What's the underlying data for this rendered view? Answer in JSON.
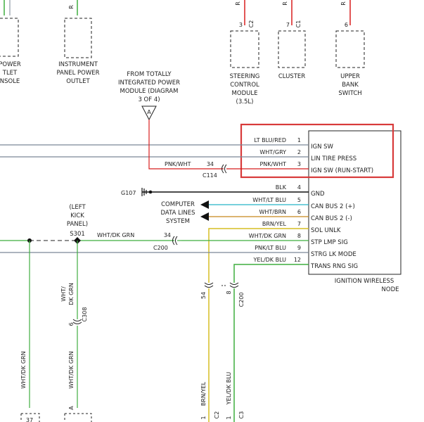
{
  "colors": {
    "red": "#d81e1e",
    "gray": "#7a8796",
    "cyan": "#26b3c8",
    "green": "#3fae3f",
    "orange": "#c8881a",
    "yellow": "#d6bd24",
    "black": "#111111",
    "highlight": "#d83a3a"
  },
  "top": {
    "power_outlet_console": [
      "POWER",
      "TLET",
      "NSOLE"
    ],
    "instrument_panel": [
      "INSTRUMENT",
      "PANEL POWER",
      "OUTLET"
    ],
    "top_pin_r": "R",
    "from_tipm": [
      "FROM TOTALLY",
      "INTEGRATED POWER",
      "MODULE (DIAGRAM",
      "3 OF 4)"
    ],
    "tipm_letter": "A",
    "steering": [
      "STEERING",
      "CONTROL",
      "MODULE",
      "(3.5L)"
    ],
    "steering_pin": "3",
    "steering_conn": "C2",
    "cluster": [
      "CLUSTER"
    ],
    "cluster_pin": "7",
    "cluster_conn": "C1",
    "upper_bank": [
      "UPPER",
      "BANK",
      "SWITCH"
    ],
    "upper_pin": "6"
  },
  "module": {
    "name": [
      "IGNITION WIRELESS",
      "NODE"
    ],
    "pins": [
      {
        "wire": "LT BLU/RED",
        "num": "1",
        "func": "IGN SW"
      },
      {
        "wire": "WHT/GRY",
        "num": "2",
        "func": "LIN TIRE PRESS"
      },
      {
        "wire": "PNK/WHT",
        "num": "3",
        "func": "IGN SW (RUN-START)"
      },
      {
        "wire": "BLK",
        "num": "4",
        "func": "GND"
      },
      {
        "wire": "WHT/LT BLU",
        "num": "5",
        "func": "CAN BUS 2 (+)"
      },
      {
        "wire": "WHT/BRN",
        "num": "6",
        "func": "CAN BUS 2 (-)"
      },
      {
        "wire": "BRN/YEL",
        "num": "7",
        "func": "SOL UNLK"
      },
      {
        "wire": "WHT/DK GRN",
        "num": "8",
        "func": "STP LMP SIG"
      },
      {
        "wire": "PNK/LT BLU",
        "num": "9",
        "func": "STRG LK MODE"
      },
      {
        "wire": "YEL/DK BLU",
        "num": "12",
        "func": "TRANS RNG SIG"
      }
    ]
  },
  "wiring": {
    "pnk_wht_left": "PNK/WHT",
    "c114_pin": "34",
    "c114": "C114",
    "g107": "G107",
    "computer_data": [
      "COMPUTER",
      "DATA LINES",
      "SYSTEM"
    ],
    "left_kick": [
      "(LEFT",
      "KICK",
      "PANEL)",
      "S301"
    ],
    "wht_dk_grn_h": "WHT/DK GRN",
    "c200_pin": "34",
    "c200": "C200",
    "wht_dk_grn_v1": "WHT/DK GRN",
    "wht_dk_grn_v2": [
      "WHT/",
      "DK GRN"
    ],
    "c308_pin": "6",
    "c308": "C308",
    "wht_dk_grn_v3": "WHT/DK GRN",
    "pin_a_bottom": "A",
    "pin_37_bottom": "37",
    "c200_vert_pin_left": "54",
    "c200_vert_pin_right": "8",
    "c200_vert": "C200",
    "brn_yel_vert": "BRN/YEL",
    "yel_dk_blu_vert": "YEL/DK BLU",
    "c2_bottom": "C2",
    "c3_bottom": "C3",
    "bottom_pin_left": "1",
    "bottom_pin_right": "1"
  }
}
